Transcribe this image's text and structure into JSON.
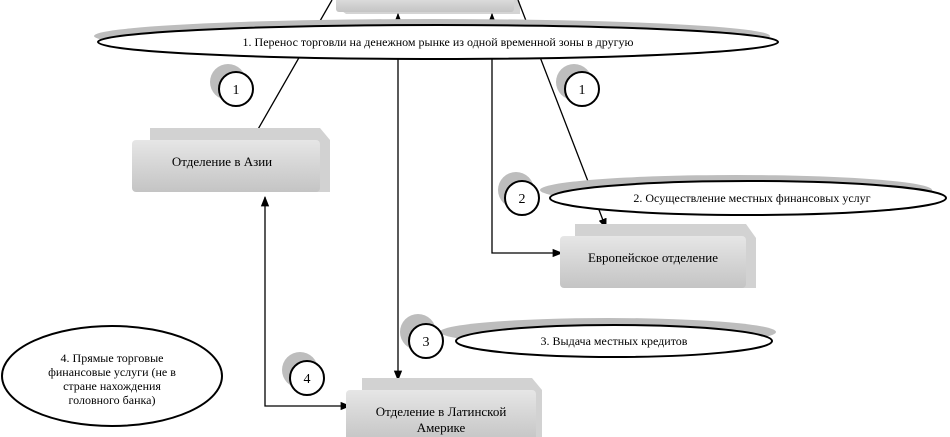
{
  "boxes": {
    "asia": "Отделение в Азии",
    "europe": "Европейское отделение",
    "latam_line1": "Отделение в Латинской",
    "latam_line2": "Америке"
  },
  "ellipses": {
    "e1": "1. Перенос торговли на денежном рынке из одной временной зоны в другую",
    "e2": "2. Осуществление местных финансовых услуг",
    "e3": "3. Выдача местных кредитов",
    "e4_line1": "4. Прямые торговые",
    "e4_line2": "финансовые услуги (не в",
    "e4_line3": "стране нахождения",
    "e4_line4": "головного банка)"
  },
  "markers": {
    "m1a": "1",
    "m1b": "1",
    "m2": "2",
    "m3": "3",
    "m4": "4"
  }
}
